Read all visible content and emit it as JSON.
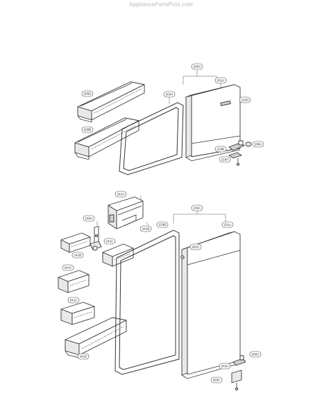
{
  "watermark": "AppliancePartsPros.com",
  "callouts": {
    "c200A": "200A",
    "c201A": "201A",
    "c203A": "203A",
    "c212G": "212G",
    "c205D": "205D",
    "c205B": "205B",
    "c218B": "218B",
    "c268A": "268A",
    "c218A": "218A",
    "c241A": "241A",
    "c230A": "230A",
    "c249A": "249A",
    "c241B_top": "241B",
    "c233B": "233B",
    "c231A": "231A",
    "c241C_a": "241C",
    "c241B_left": "241B",
    "c281C": "281C",
    "c241C_b": "241C",
    "c241C_c": "241C",
    "c241D": "241D",
    "c266A": "266A",
    "c243A": "243A",
    "c263F": "263F"
  }
}
